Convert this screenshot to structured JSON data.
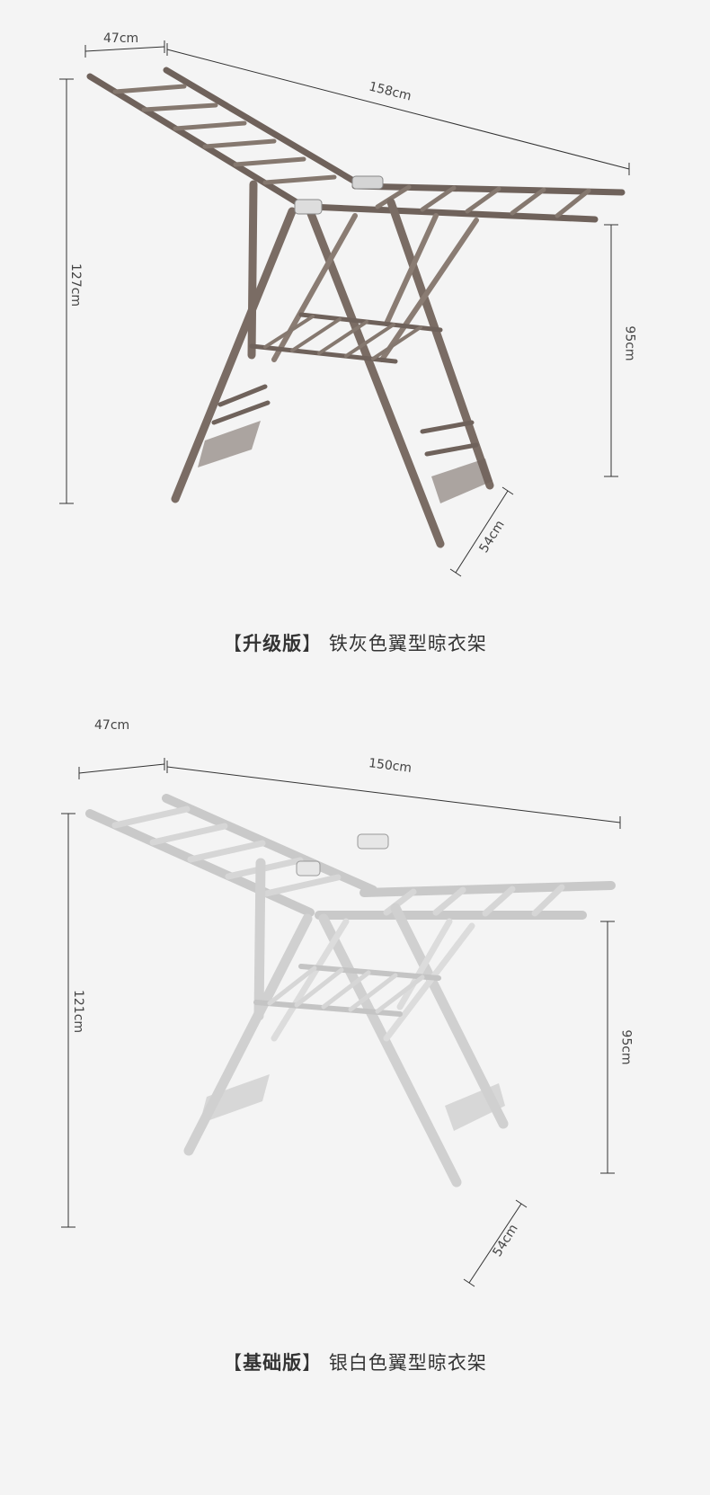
{
  "products": [
    {
      "color": "#7e7068",
      "color_dark": "#655852",
      "caption": {
        "bracket_open": "【",
        "edition": "升级版",
        "bracket_close": "】",
        "name": "铁灰色翼型晾衣架"
      },
      "dims": {
        "depth": "47cm",
        "length": "158cm",
        "height": "127cm",
        "rack_height": "95cm",
        "base": "54cm"
      }
    },
    {
      "color": "#e2e2e2",
      "color_dark": "#bdbdbd",
      "caption": {
        "bracket_open": "【",
        "edition": "基础版",
        "bracket_close": "】",
        "name": "银白色翼型晾衣架"
      },
      "dims": {
        "depth": "47cm",
        "length": "150cm",
        "height": "121cm",
        "rack_height": "95cm",
        "base": "54cm"
      }
    }
  ]
}
